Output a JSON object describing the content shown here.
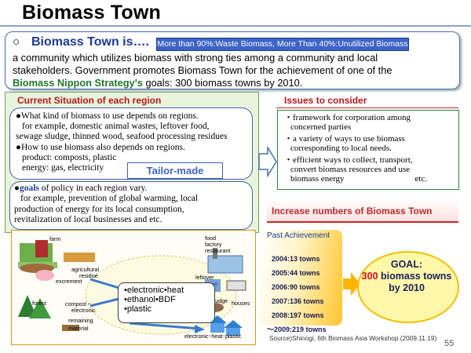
{
  "title": "Biomass Town",
  "intro": {
    "bullet": "○",
    "heading": "Biomass Town is….",
    "tag": "More than 90%:Waste Biomass, More Than  40%:Unutilized Biomass",
    "line1": "a community which utilizes biomass with strong ties among a community and local",
    "line2": "stakeholders. Government promotes Biomass Town for the achievement of one of the",
    "strategy": "Biomass Nippon Strategy's",
    "line3": " goals: 300 biomass towns by 2010."
  },
  "current": {
    "heading": "Current Situation of each region",
    "p1": "●What kind of biomass to use depends on regions.",
    "p1b": "for example, domestic animal wastes, leftover food,",
    "p1c": "sewage sludge, thinned wood, seafood processing residues",
    "p2": "●How to use biomass also depends on regions.",
    "p2b": "product: composts, plastic",
    "p2c": "energy: gas, electricity",
    "tailor": "Tailor-made",
    "p3a": "●",
    "p3b": "goals",
    "p3c": " of policy in each region vary.",
    "p3d": "for example, prevention of global warming, local",
    "p3e": "production of energy for its local consumption,",
    "p3f": "revitalization of local businesses and etc."
  },
  "issues": {
    "heading": "Issues to consider",
    "i1": "・framework for corporation among",
    "i1b": "concerned parties",
    "i2": "・a variety of ways to use biomass",
    "i2b": "corresponding to local needs.",
    "i3": "・efficient ways to collect, transport,",
    "i3b": "convert biomass resources and use",
    "i3c": "biomass energy",
    "i3d": "etc."
  },
  "increase": "Increase numbers of Biomass Town",
  "diagram": {
    "farm": "farm",
    "agri": "agricultural",
    "residue": "residue",
    "excrement": "excrement",
    "forest": "forest",
    "compost": "compost・",
    "electronic": "electronic",
    "remaining": "remaining",
    "material": "material",
    "food_factory": "food",
    "factory": "factory",
    "restaurant": "restaurant",
    "leftover": "leftover",
    "food": "food",
    "sludge": "sludge",
    "houses": "houses",
    "center1": "•electronic•heat",
    "center2": "•ethanol•BDF",
    "center3": "•plastic",
    "bottom": "electronic･heat･plastic"
  },
  "past": {
    "heading": "Past Achievement",
    "items": [
      "2004:13 towns",
      "2005:44 towns",
      "2006:90 towns",
      "2007:136 towns",
      "2008:197 towns",
      "～2009:219 towns"
    ]
  },
  "goal": {
    "label": "GOAL:",
    "number": "300",
    "rest": " biomass towns",
    "by": "by 2010"
  },
  "source": "Source)Shinogi, 6th Biomass Asia Workshop (2009.11.19)",
  "page": "55"
}
